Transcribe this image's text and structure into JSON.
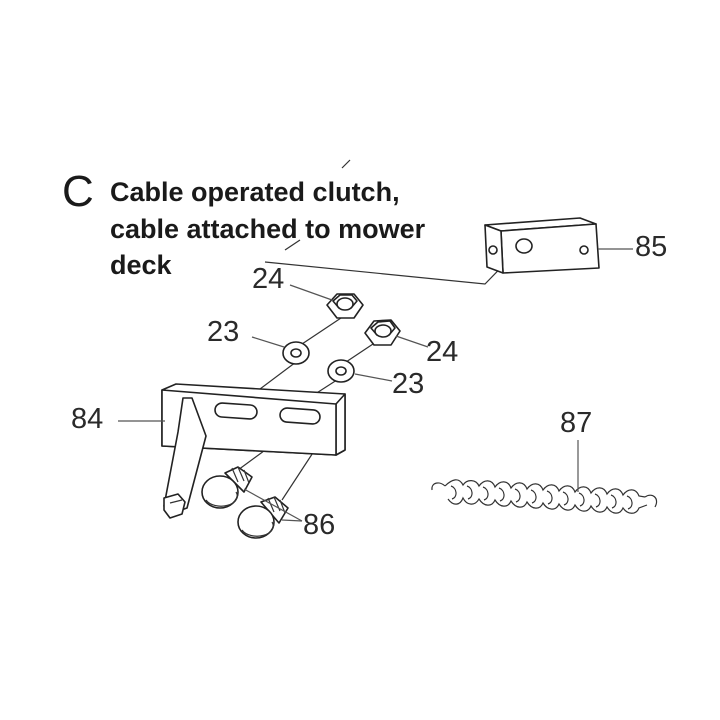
{
  "section": {
    "letter": "C",
    "title_lines": [
      "Cable operated clutch,",
      "cable attached to mower",
      "deck"
    ]
  },
  "callouts": {
    "p85": "85",
    "p24a": "24",
    "p23a": "23",
    "p24b": "24",
    "p23b": "23",
    "p84": "84",
    "p87": "87",
    "p86": "86"
  },
  "parts": [
    {
      "id": "85",
      "kind": "plate-icon"
    },
    {
      "id": "24",
      "kind": "hex-nut-icon"
    },
    {
      "id": "23",
      "kind": "washer-icon"
    },
    {
      "id": "84",
      "kind": "bracket-icon"
    },
    {
      "id": "86",
      "kind": "bolt-icon"
    },
    {
      "id": "87",
      "kind": "spring-icon"
    }
  ]
}
